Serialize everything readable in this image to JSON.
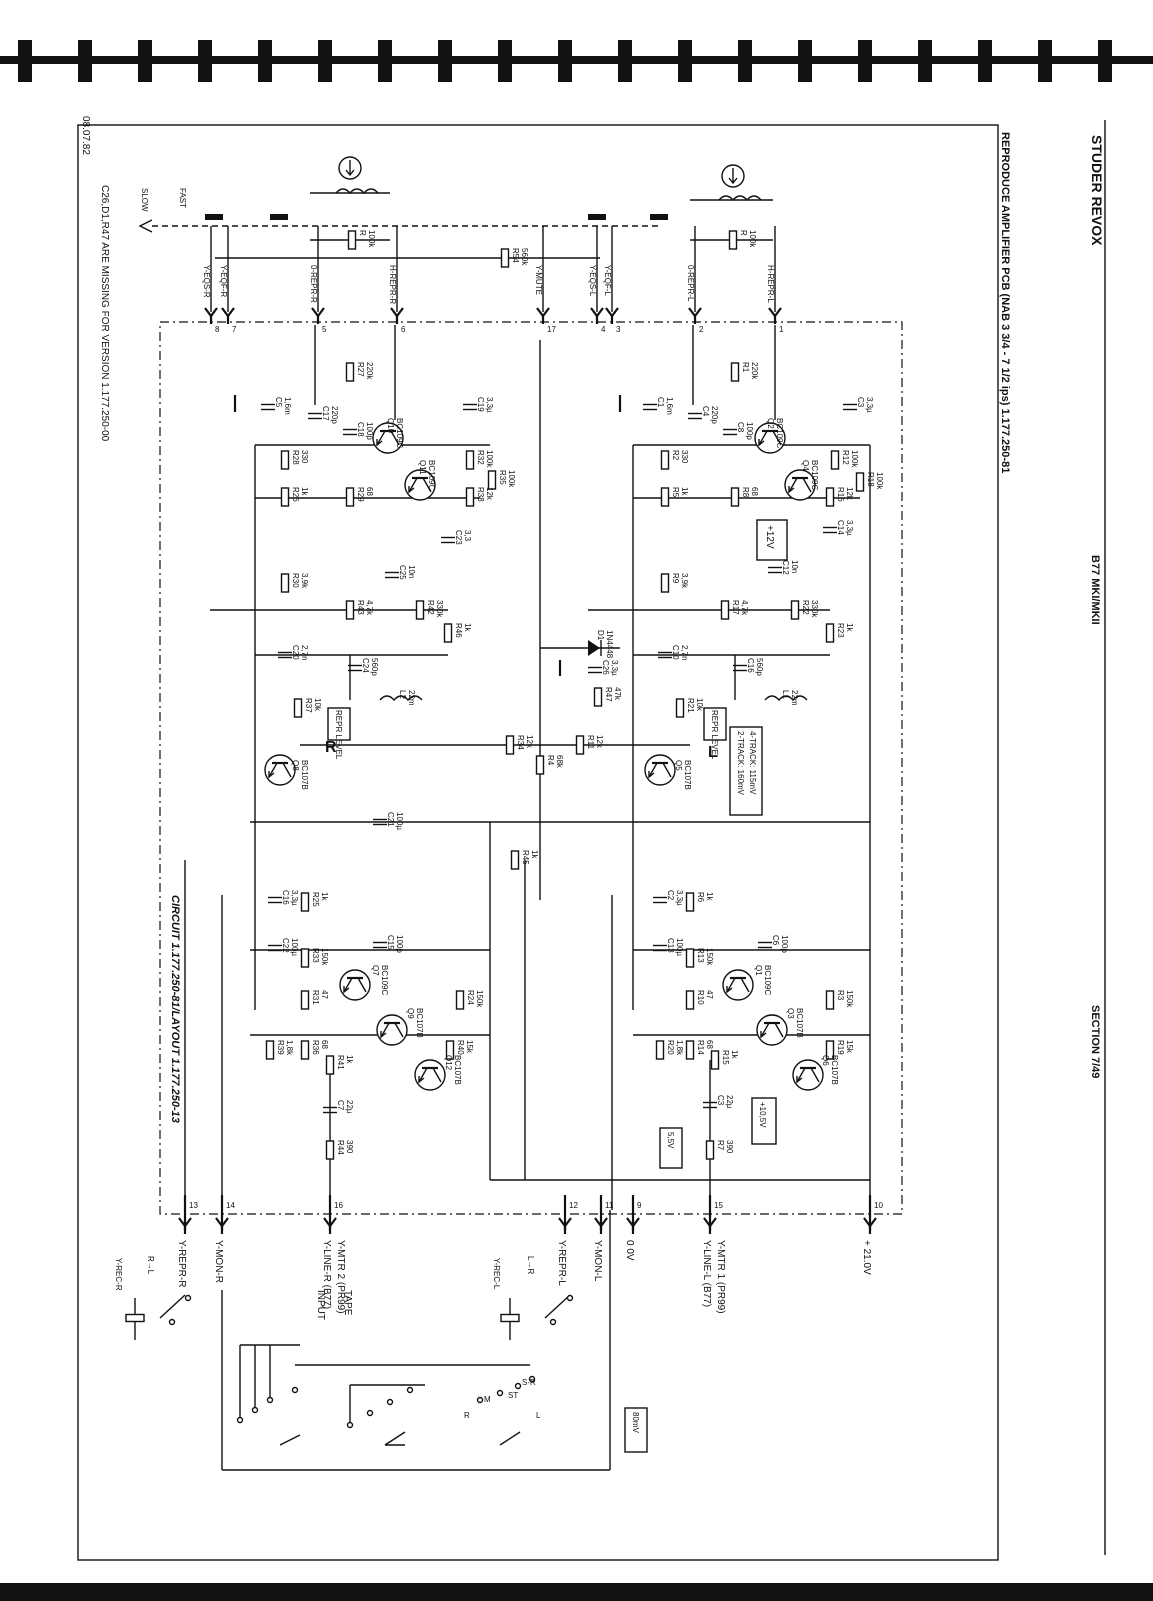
{
  "header": {
    "brand": "STUDER REVOX",
    "model": "B77 MKI/MKII",
    "section": "SECTION 7/49",
    "title": "REPRODUCE AMPLIFIER PCB (NAB 3 3/4 - 7 1/2 ips)  1.177.250-81"
  },
  "footer": {
    "date": "08.07.82",
    "note": "C26,D1,R47 ARE MISSING FOR VERSION 1.177.250-00",
    "circuit_caption": "CIRCUIT 1.177.250-81/LAYOUT 1.177.250-13"
  },
  "speed": {
    "fast": "FAST",
    "slow": "SLOW"
  },
  "inputs_left": [
    {
      "name": "Y-EQF-R",
      "pin": "7"
    },
    {
      "name": "Y-EQS-R",
      "pin": "8"
    },
    {
      "name": "0-REPR-R",
      "pin": "5"
    },
    {
      "name": "H-REPR-R",
      "pin": "6"
    },
    {
      "name": "Y-MUTE",
      "pin": "17"
    },
    {
      "name": "Y-EQS-L",
      "pin": "4"
    },
    {
      "name": "Y-EQF-L",
      "pin": "3"
    },
    {
      "name": "0-REPR-L",
      "pin": "2"
    },
    {
      "name": "H-REPR-L",
      "pin": "1"
    }
  ],
  "outputs": [
    {
      "name": "Y-REPR-R",
      "pin": "13"
    },
    {
      "name": "Y-MON-R",
      "pin": "14"
    },
    {
      "name": "Y-LINE-R (B77)",
      "pin": "16"
    },
    {
      "name": "Y-MTR 2 (PR99)",
      "pin": ""
    },
    {
      "name": "Y-REPR-L",
      "pin": "12"
    },
    {
      "name": "Y-MON-L",
      "pin": "11"
    },
    {
      "name": "0 0V",
      "pin": "9"
    },
    {
      "name": "Y-LINE-L (B77)",
      "pin": "15"
    },
    {
      "name": "Y-MTR 1 (PR99)",
      "pin": ""
    },
    {
      "name": "+ 21.0V",
      "pin": "10"
    }
  ],
  "labels": {
    "r_channel": "R",
    "l_channel": "L",
    "input": "INPUT",
    "tape": "TAPE",
    "v12": "+12V",
    "v105": "+10,5V",
    "v55": "5,5V",
    "track_note_1": "2-TRACK: 160mV",
    "track_note_2": "4-TRACK: 115mV",
    "mv80": "80mV",
    "repr_level": "REPR LEVEL",
    "y_rec_r": "Y-REC-R",
    "y_rec_l": "Y-REC-L",
    "r_to_l": "R→L",
    "l_to_r": "L→R",
    "sw_l": "L",
    "sw_st": "ST",
    "sw_m": "M",
    "sw_sr": "S-R",
    "sw_r": "R"
  },
  "top_parts": [
    {
      "ref": "R54",
      "val": "560k"
    },
    {
      "ref": "R",
      "val": "100k"
    },
    {
      "ref": "R",
      "val": "100k"
    }
  ],
  "upper_right_parts": [
    {
      "ref": "R1",
      "val": "220k"
    },
    {
      "ref": "C1",
      "val": "1,6m"
    },
    {
      "ref": "C4",
      "val": "220p"
    },
    {
      "ref": "C8",
      "val": "100p"
    },
    {
      "ref": "Q2",
      "val": "BC109C"
    },
    {
      "ref": "C3",
      "val": "3,3µ"
    },
    {
      "ref": "R2",
      "val": "330"
    },
    {
      "ref": "R5",
      "val": "1k"
    },
    {
      "ref": "R8",
      "val": "68"
    },
    {
      "ref": "Q4",
      "val": "BC109C"
    },
    {
      "ref": "R12",
      "val": "100k"
    },
    {
      "ref": "R18",
      "val": "100k"
    },
    {
      "ref": "R16",
      "val": "12k"
    },
    {
      "ref": "C14",
      "val": "3,3µ"
    },
    {
      "ref": "C12",
      "val": "10n"
    },
    {
      "ref": "R9",
      "val": "3,9k"
    },
    {
      "ref": "R17",
      "val": "4,7k"
    },
    {
      "ref": "R22",
      "val": "330k"
    },
    {
      "ref": "R23",
      "val": "1k"
    },
    {
      "ref": "C10",
      "val": "2,7n"
    },
    {
      "ref": "C16",
      "val": "560p"
    },
    {
      "ref": "L1",
      "val": "22m"
    },
    {
      "ref": "R21",
      "val": "10k"
    },
    {
      "ref": "D1",
      "val": "1N4448"
    },
    {
      "ref": "C26",
      "val": "3,3µ"
    },
    {
      "ref": "R47",
      "val": "47k"
    },
    {
      "ref": "R11",
      "val": "12k"
    },
    {
      "ref": "Q5",
      "val": "BC107B"
    }
  ],
  "upper_left_parts": [
    {
      "ref": "R27",
      "val": "220k"
    },
    {
      "ref": "C5",
      "val": "1,6m"
    },
    {
      "ref": "C17",
      "val": "220p"
    },
    {
      "ref": "C18",
      "val": "100p"
    },
    {
      "ref": "Q10",
      "val": "BC109C"
    },
    {
      "ref": "C19",
      "val": "3,3µ"
    },
    {
      "ref": "R28",
      "val": "330"
    },
    {
      "ref": "R26",
      "val": "1k"
    },
    {
      "ref": "R29",
      "val": "68"
    },
    {
      "ref": "Q11",
      "val": "BC109C"
    },
    {
      "ref": "R32",
      "val": "100k"
    },
    {
      "ref": "R35",
      "val": "100k"
    },
    {
      "ref": "R38",
      "val": "12k"
    },
    {
      "ref": "C23",
      "val": "3,3"
    },
    {
      "ref": "C25",
      "val": "10n"
    },
    {
      "ref": "R30",
      "val": "3,9k"
    },
    {
      "ref": "R43",
      "val": "4,7k"
    },
    {
      "ref": "R42",
      "val": "330k"
    },
    {
      "ref": "R46",
      "val": "1k"
    },
    {
      "ref": "C20",
      "val": "2,7n"
    },
    {
      "ref": "C24",
      "val": "560p"
    },
    {
      "ref": "L2",
      "val": "22m"
    },
    {
      "ref": "R37",
      "val": "10k"
    },
    {
      "ref": "R34",
      "val": "12k"
    },
    {
      "ref": "R4",
      "val": "68k"
    },
    {
      "ref": "Q8",
      "val": "BC107B"
    },
    {
      "ref": "C21",
      "val": "100µ"
    },
    {
      "ref": "R45",
      "val": "1k"
    }
  ],
  "lower_right_parts": [
    {
      "ref": "C2",
      "val": "3,3µ"
    },
    {
      "ref": "R6",
      "val": "1k"
    },
    {
      "ref": "C6",
      "val": "100p"
    },
    {
      "ref": "C13",
      "val": "100µ"
    },
    {
      "ref": "R13",
      "val": "150k"
    },
    {
      "ref": "Q1",
      "val": "BC109C"
    },
    {
      "ref": "R10",
      "val": "47"
    },
    {
      "ref": "R3",
      "val": "150k"
    },
    {
      "ref": "Q3",
      "val": "BC107B"
    },
    {
      "ref": "R20",
      "val": "1,8k"
    },
    {
      "ref": "R14",
      "val": "68"
    },
    {
      "ref": "R15",
      "val": "1k"
    },
    {
      "ref": "R19",
      "val": "15k"
    },
    {
      "ref": "Q6",
      "val": "BC107B"
    },
    {
      "ref": "C3",
      "val": "22µ"
    },
    {
      "ref": "R7",
      "val": "390"
    }
  ],
  "lower_left_parts": [
    {
      "ref": "C16",
      "val": "3,3µ"
    },
    {
      "ref": "R25",
      "val": "1k"
    },
    {
      "ref": "C15",
      "val": "100p"
    },
    {
      "ref": "C22",
      "val": "100µ"
    },
    {
      "ref": "R33",
      "val": "150k"
    },
    {
      "ref": "Q7",
      "val": "BC109C"
    },
    {
      "ref": "R31",
      "val": "47"
    },
    {
      "ref": "R24",
      "val": "150k"
    },
    {
      "ref": "Q9",
      "val": "BC107B"
    },
    {
      "ref": "R39",
      "val": "1,8k"
    },
    {
      "ref": "R36",
      "val": "68"
    },
    {
      "ref": "R41",
      "val": "1k"
    },
    {
      "ref": "R40",
      "val": "15k"
    },
    {
      "ref": "Q12",
      "val": "BC107B"
    },
    {
      "ref": "C7",
      "val": "22µ"
    },
    {
      "ref": "R44",
      "val": "390"
    }
  ]
}
